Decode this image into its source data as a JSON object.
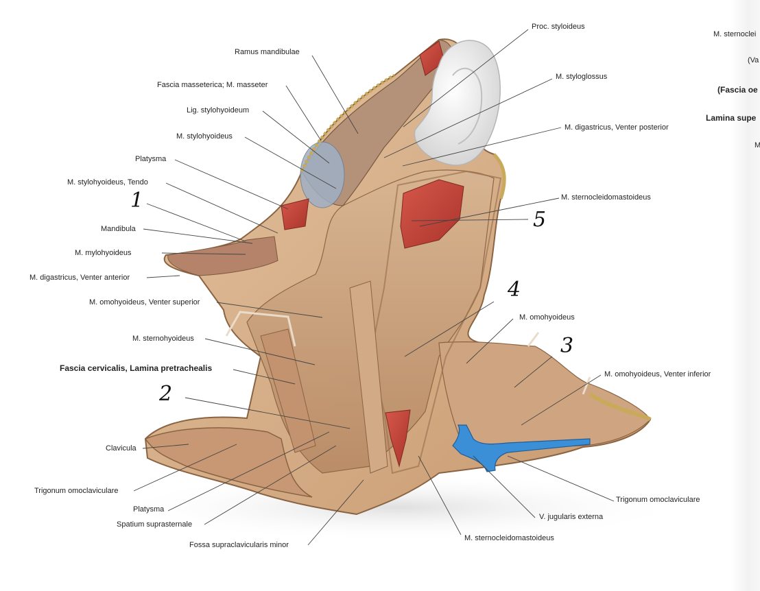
{
  "labels_left": {
    "ramus_mandibulae": "Ramus mandibulae",
    "fascia_masseterica": "Fascia masseterica; M. masseter",
    "lig_stylohyoideum": "Lig. stylohyoideum",
    "m_stylohyoideus": "M. stylohyoideus",
    "platysma_top": "Platysma",
    "m_stylohyoideus_tendo": "M. stylohyoideus, Tendo",
    "mandibula": "Mandibula",
    "m_mylohyoideus": "M. mylohyoideus",
    "m_digastricus_anterior": "M. digastricus, Venter anterior",
    "m_omohyoideus_superior": "M. omohyoideus, Venter superior",
    "m_sternohyoideus": "M. sternohyoideus",
    "fascia_cervicalis": "Fascia cervicalis, Lamina pretrachealis",
    "clavicula": "Clavicula",
    "trigonum_omoclaviculare_left": "Trigonum omoclaviculare",
    "platysma_bottom": "Platysma",
    "spatium_suprasternale": "Spatium suprasternale",
    "fossa_supraclavicularis": "Fossa supraclavicularis minor"
  },
  "labels_right": {
    "proc_styloideus": "Proc. styloideus",
    "m_styloglossus": "M. styloglossus",
    "m_digastricus_posterior": "M. digastricus, Venter posterior",
    "m_sternocleidomastoideus_top": "M. sternocleidomastoideus",
    "m_omohyoideus": "M. omohyoideus",
    "m_omohyoideus_inferior": "M. omohyoideus, Venter inferior",
    "trigonum_omoclaviculare_right": "Trigonum omoclaviculare",
    "v_jugularis_externa": "V. jugularis externa",
    "m_sternocleidomastoideus_bottom": "M. sternocleidomastoideus"
  },
  "cut_off_labels": {
    "c1": "M. sternoclei",
    "c2": "(Va",
    "c3": "(Fascia oe",
    "c4": "Lamina supe",
    "c5": "M"
  },
  "handwritten": {
    "n1": "1",
    "n2": "2",
    "n3": "3",
    "n4": "4",
    "n5": "5"
  },
  "colors": {
    "skin": "#d9b48f",
    "muscle_red": "#c9463a",
    "vein_blue": "#3a8fd6",
    "fascia": "#c8a27e",
    "fat_yellow": "#c9a95a",
    "ear": "#ededed"
  }
}
